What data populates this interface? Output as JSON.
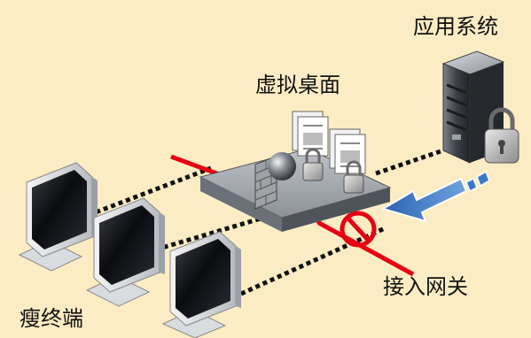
{
  "labels": {
    "application_system": "应用系统",
    "virtual_desktop": "虚拟桌面",
    "access_gateway": "接入网关",
    "thin_client": "瘦终端"
  },
  "colors": {
    "background": "#fcecc4",
    "gateway_line": "#e60012",
    "blocked_arrow": "#3b78c8",
    "dotted_link": "#111111",
    "block_symbol": "#e60012"
  },
  "icons": {
    "terminals": [
      "monitor-icon",
      "monitor-icon",
      "monitor-icon"
    ],
    "server": "server-tower-icon",
    "lock": "padlock-icon",
    "platform": "virtual-desktop-platform-icon",
    "prohibited": "no-entry-icon",
    "arrow": "arrow-icon"
  }
}
